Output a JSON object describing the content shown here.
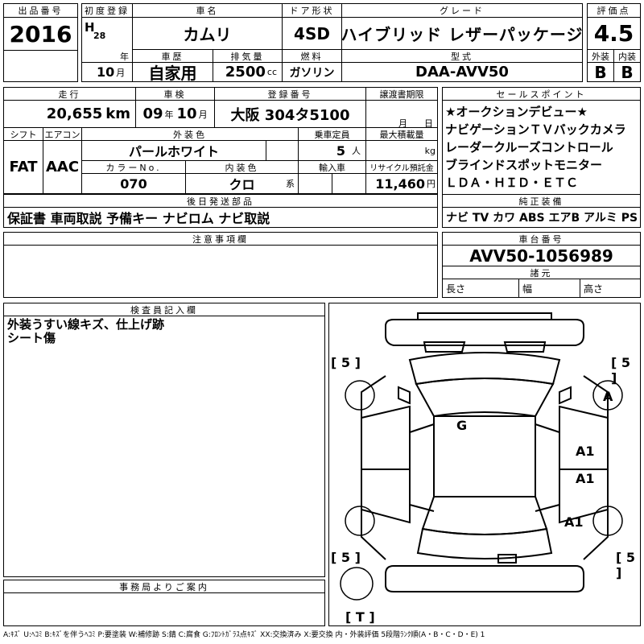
{
  "headers": {
    "lot_no": "出品番号",
    "first_reg": "初度登録",
    "car_name": "車名",
    "door_type": "ドア形状",
    "grade": "グレード",
    "score": "評価点",
    "history": "車歴",
    "displacement": "排気量",
    "fuel": "燃料",
    "model_code": "型式",
    "exterior": "外装",
    "interior": "内装",
    "mileage": "走行",
    "inspection": "車検",
    "registration": "登録番号",
    "transfer_deadline": "譲渡書期限",
    "sales_points": "セールスポイント",
    "shift": "シフト",
    "aircon": "エアコン",
    "ext_color": "外装色",
    "capacity": "乗車定員",
    "max_load": "最大積載量",
    "color_no": "カラーNo.",
    "int_color": "内装色",
    "import": "輸入車",
    "recycle": "リサイクル預託金",
    "later_parts": "後日発送部品",
    "genuine_equipment": "純正装備",
    "notes": "注意事項欄",
    "chassis_no": "車台番号",
    "specs": "諸元",
    "inspector_notes": "検査員記入欄",
    "office_notice": "事務局よりご案内"
  },
  "vehicle": {
    "lot_no": "2016",
    "era": "H",
    "year": "28",
    "year_unit": "年",
    "month": "10",
    "month_unit": "月",
    "car_name": "カムリ",
    "door_type": "4SD",
    "grade": "ハイブリッド レザーパッケージ",
    "score": "4.5",
    "history": "自家用",
    "displacement": "2500",
    "displacement_unit": "cc",
    "fuel": "ガソリン",
    "model_code": "DAA-AVV50",
    "exterior_grade": "B",
    "interior_grade": "B",
    "mileage": "20,655",
    "mileage_unit": "km",
    "inspection_year": "09",
    "inspection_year_unit": "年",
    "inspection_month": "10",
    "inspection_month_unit": "月",
    "registration": "大阪 304タ5100",
    "transfer_month_unit": "月",
    "transfer_day_unit": "日",
    "shift": "FAT",
    "aircon": "AAC",
    "ext_color": "パールホワイト",
    "capacity": "5",
    "capacity_unit": "人",
    "max_load_unit": "kg",
    "color_no": "070",
    "int_color": "クロ",
    "int_color_unit": "系",
    "recycle": "11,460",
    "recycle_unit": "円",
    "later_parts": "保証書 車両取説 予備キー ナビロム ナビ取説",
    "genuine_equipment": "ナビ TV カワ ABS エアB アルミ PS PW",
    "chassis_no": "AVV50-1056989",
    "spec_length": "長さ",
    "spec_width": "幅",
    "spec_height": "高さ"
  },
  "sales_points": [
    "★オークションデビュー★",
    "ナビゲーションＴＶバックカメラ",
    "レーダークルーズコントロール",
    "ブラインドスポットモニター",
    "ＬＤＡ・ＨＩＤ・ＥＴＣ"
  ],
  "inspector_lines": [
    "外装うすい線キズ、仕上げ跡",
    "シート傷"
  ],
  "diagram": {
    "tire_front_left": "[ 5 ]",
    "tire_front_right": "[ 5 ]",
    "tire_rear_left": "[ 5 ]",
    "tire_rear_right": "[ 5 ]",
    "spare": "[ T ]",
    "mark_a": "A",
    "mark_g": "G",
    "mark_a1_1": "A1",
    "mark_a1_2": "A1",
    "mark_a1_3": "A1"
  },
  "legend": "A:ｷｽﾞ U:ﾍｺﾐ B:ｷｽﾞを伴うﾍｺﾐ P:要塗装 W:補修跡 S:錆 C:腐食 G:ﾌﾛﾝﾄｶﾞﾗｽ点ｷｽﾞ XX:交換済み X:要交換 内・外装評価 5段階ﾗﾝｸ順(A・B・C・D・E) 1"
}
